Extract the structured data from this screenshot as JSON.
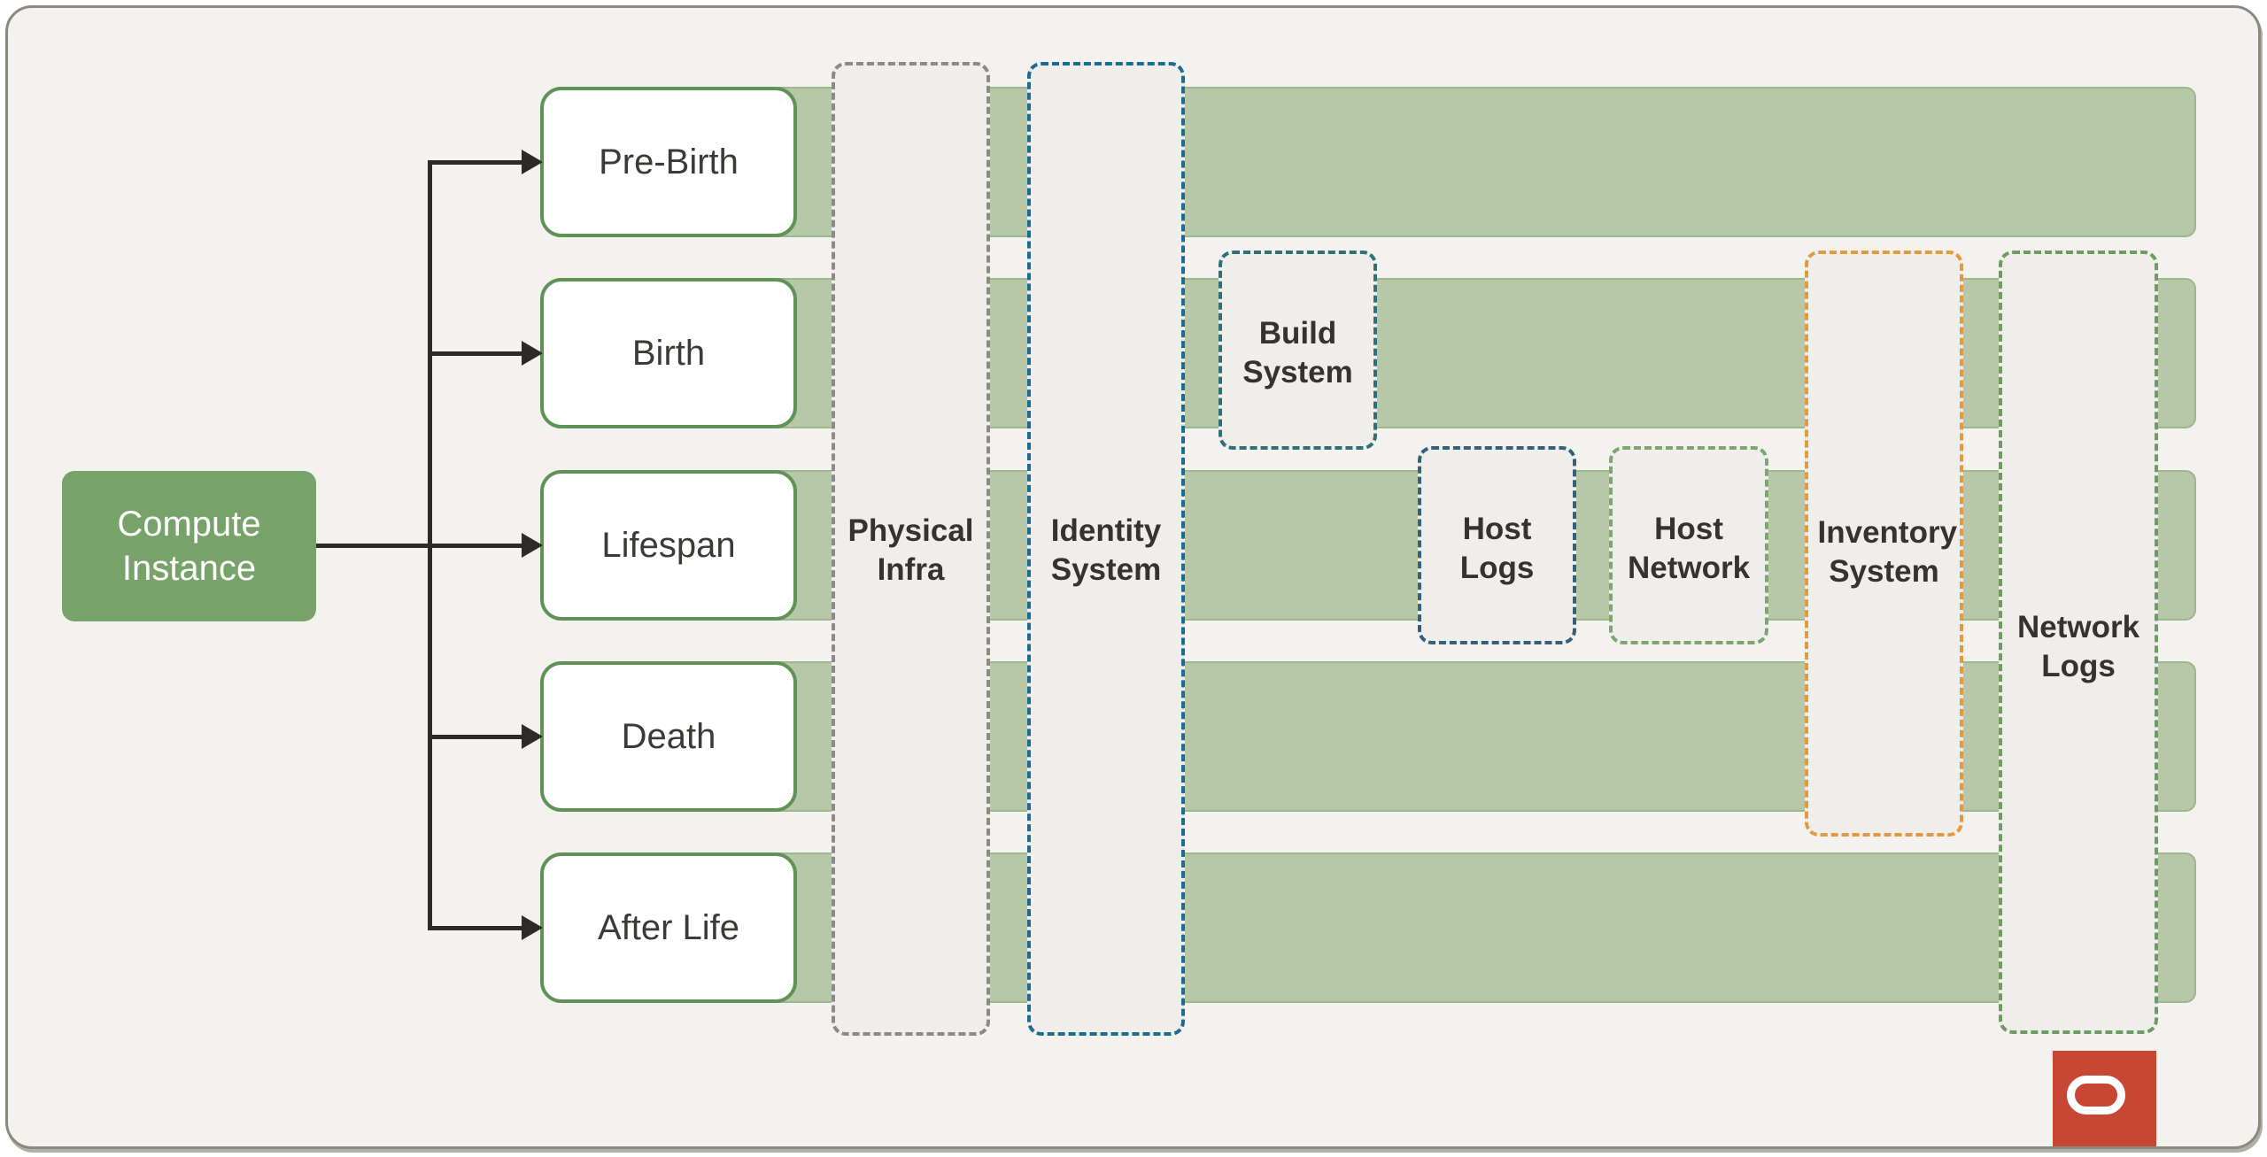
{
  "diagram": {
    "background": "#f3f2ef",
    "arrow_color": "#2d2b28",
    "root": {
      "label": "Compute Instance",
      "fill": "#77a269",
      "text_color": "#ffffff"
    },
    "phase_style": {
      "fill": "#ffffff",
      "border_color": "#5f9255",
      "text_color": "#3b3a37"
    },
    "phases": [
      {
        "label": "Pre-Birth"
      },
      {
        "label": "Birth"
      },
      {
        "label": "Lifespan"
      },
      {
        "label": "Death"
      },
      {
        "label": "After Life"
      }
    ],
    "lifecycle_bar": {
      "fill": "#b6c8a7",
      "border_color": "#9fb68e"
    },
    "systems": [
      {
        "label": "Physical Infra",
        "border_color": "#8b8a87"
      },
      {
        "label": "Identity System",
        "border_color": "#1b6b93"
      },
      {
        "label": "Build System",
        "border_color": "#2f7077"
      },
      {
        "label": "Host Logs",
        "border_color": "#33617c"
      },
      {
        "label": "Host Network",
        "border_color": "#7ca56f"
      },
      {
        "label": "Inventory System",
        "border_color": "#e29a3f"
      },
      {
        "label": "Network Logs",
        "border_color": "#6c9c60"
      }
    ],
    "logo": {
      "name": "oracle-logo",
      "color": "#c74634",
      "ring_color": "#ffffff"
    }
  }
}
